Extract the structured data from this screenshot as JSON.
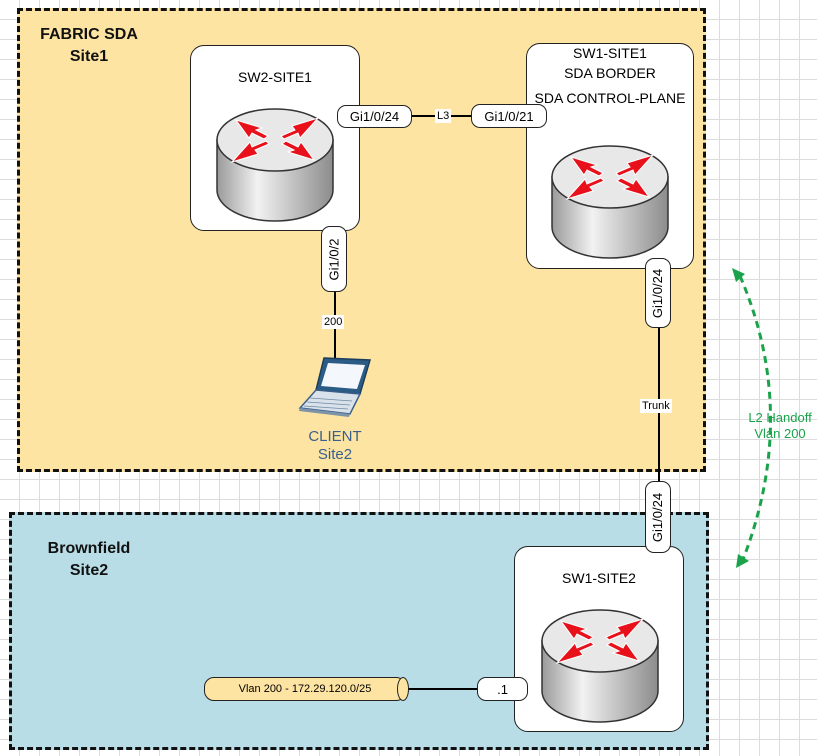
{
  "zones": {
    "fabric": {
      "line1": "FABRIC SDA",
      "line2": "Site1"
    },
    "brownfield": {
      "line1": "Brownfield",
      "line2": "Site2"
    }
  },
  "devices": {
    "sw2_site1": {
      "name": "SW2-SITE1"
    },
    "sw1_site1": {
      "line1": "SW1-SITE1",
      "line2": "SDA BORDER",
      "line3": "SDA CONTROL-PLANE"
    },
    "sw1_site2": {
      "name": "SW1-SITE2"
    }
  },
  "ports": {
    "sw2_gi24": "Gi1/0/24",
    "sw1_gi21": "Gi1/0/21",
    "sw2_gi2": "Gi1/0/2",
    "sw1s1_gi24": "Gi1/0/24",
    "sw1s2_gi24": "Gi1/0/24",
    "sw1s2_dot1": ".1"
  },
  "links": {
    "l3": "L3",
    "vlan200": "200",
    "trunk": "Trunk"
  },
  "client": {
    "line1": "CLIENT",
    "line2": "Site2"
  },
  "handoff": {
    "line1": "L2 Handoff",
    "line2": "Vlan 200",
    "color": "#1aa34a"
  },
  "vlan_segment": "Vlan 200 - 172.29.120.0/25",
  "colors": {
    "site1_fill": "#fde4a2",
    "site2_fill": "#b8dde6",
    "router_arrow": "#e8101a"
  }
}
